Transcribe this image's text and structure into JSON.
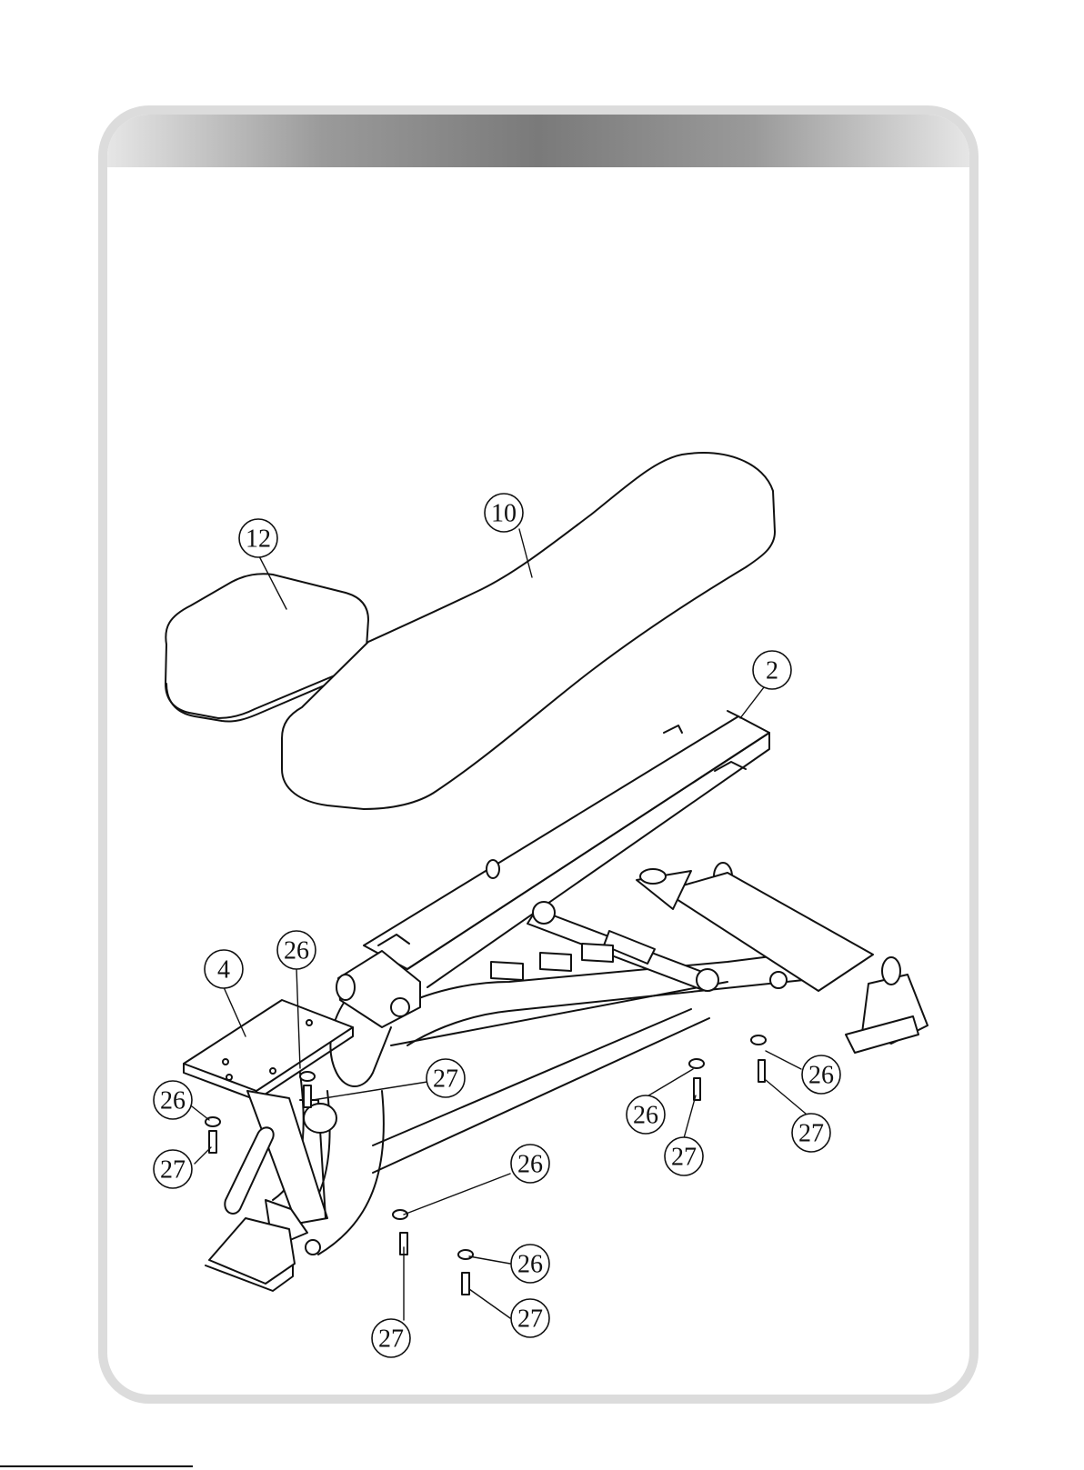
{
  "callouts": [
    {
      "id": "c10",
      "label": "10"
    },
    {
      "id": "c12",
      "label": "12"
    },
    {
      "id": "c2",
      "label": "2"
    },
    {
      "id": "c4",
      "label": "4"
    },
    {
      "id": "c26a",
      "label": "26"
    },
    {
      "id": "c26b",
      "label": "26"
    },
    {
      "id": "c27a",
      "label": "27"
    },
    {
      "id": "c27b",
      "label": "27"
    },
    {
      "id": "c26c",
      "label": "26"
    },
    {
      "id": "c27c",
      "label": "27"
    },
    {
      "id": "c26d",
      "label": "26"
    },
    {
      "id": "c27d",
      "label": "27"
    },
    {
      "id": "c26e",
      "label": "26"
    },
    {
      "id": "c27e",
      "label": "27"
    },
    {
      "id": "c26f",
      "label": "26"
    },
    {
      "id": "c27f",
      "label": "27"
    }
  ],
  "colors": {
    "line": "#111111",
    "frame": "#dcdcdc",
    "header_dark": "#7a7a7a"
  }
}
